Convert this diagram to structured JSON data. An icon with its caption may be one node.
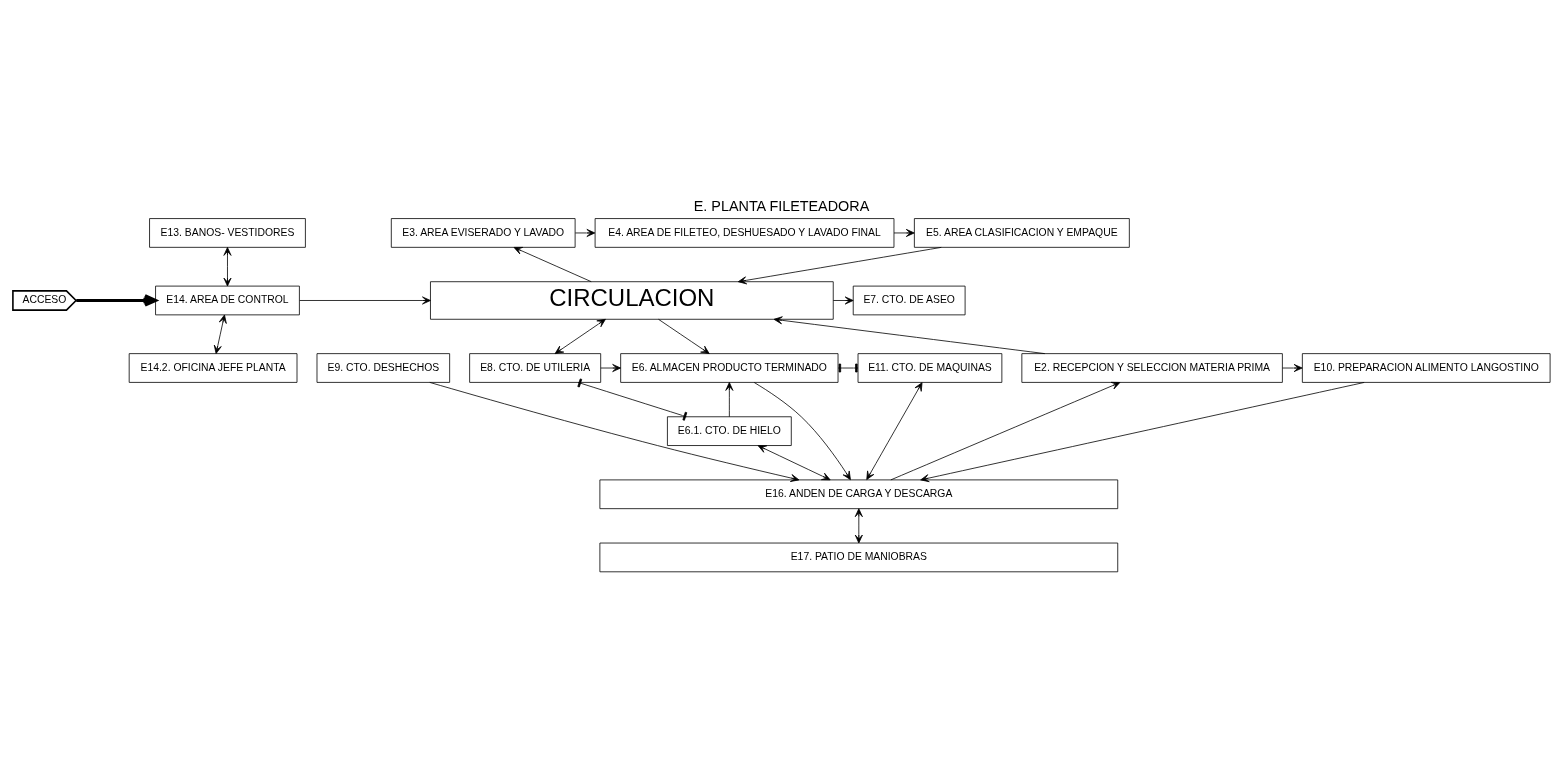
{
  "diagram": {
    "title": "E. PLANTA FILETEADORA",
    "nodes": [
      {
        "text": [
          "E13. BANOS- VESTIDORES"
        ]
      },
      {
        "text": [
          "E5. AREA CLASIFICACION Y EMPAQUE"
        ]
      },
      {
        "text": [
          "E4. AREA DE FILETEO, DESHUESADO Y LAVADO FINAL"
        ]
      },
      {
        "text": [
          "E3. AREA EVISERADO Y LAVADO"
        ]
      },
      {
        "text": [
          "ACCESO"
        ]
      },
      {
        "text": [
          "E14. AREA DE CONTROL"
        ]
      },
      {
        "text": [
          "CIRCULACION"
        ]
      },
      {
        "text": [
          "E7. CTO. DE ASEO"
        ]
      },
      {
        "text": [
          "E8. CTO. DE UTILERIA"
        ]
      },
      {
        "text": [
          "E14.2. OFICINA JEFE PLANTA"
        ]
      },
      {
        "text": [
          "E6. ALMACEN PRODUCTO TERMINADO"
        ]
      },
      {
        "text": [
          "E11. CTO. DE MAQUINAS"
        ]
      },
      {
        "text": [
          "E2. RECEPCION Y SELECCION MATERIA PRIMA"
        ]
      },
      {
        "text": [
          "E10. PREPARACION ALIMENTO LANGOSTINO"
        ]
      },
      {
        "text": [
          "E9. CTO. DESHECHOS"
        ]
      },
      {
        "text": [
          "E6.1. CTO. DE HIELO"
        ]
      },
      {
        "text": [
          "E16. ANDEN DE CARGA Y DESCARGA"
        ]
      },
      {
        "text": [
          "E17. PATIO DE MANIOBRAS"
        ]
      }
    ],
    "edges": [
      {
        "from": 4,
        "to": 5,
        "arrow": "to",
        "style": "thick"
      },
      {
        "from": 0,
        "to": 5,
        "arrow": "both"
      },
      {
        "from": 5,
        "to": 9,
        "arrow": "both"
      },
      {
        "from": 5,
        "to": 6,
        "arrow": "to"
      },
      {
        "from": 1,
        "to": 6,
        "arrow": "to"
      },
      {
        "from": 2,
        "to": 1,
        "arrow": "to"
      },
      {
        "from": 3,
        "to": 2,
        "arrow": "to"
      },
      {
        "from": 6,
        "to": 3,
        "arrow": "to"
      },
      {
        "from": 6,
        "to": 7,
        "arrow": "to"
      },
      {
        "from": 12,
        "to": 6,
        "arrow": "to"
      },
      {
        "from": 6,
        "to": 8,
        "arrow": "both"
      },
      {
        "from": 6,
        "to": 10,
        "arrow": "to"
      },
      {
        "from": 8,
        "to": 15,
        "arrow": "other"
      },
      {
        "from": 8,
        "to": 10,
        "arrow": "to"
      },
      {
        "from": 15,
        "to": 10,
        "arrow": "to"
      },
      {
        "from": 10,
        "to": 11,
        "arrow": "other"
      },
      {
        "from": 10,
        "to": 16,
        "arrow": "to"
      },
      {
        "from": 11,
        "to": 16,
        "arrow": "both"
      },
      {
        "from": 15,
        "to": 16,
        "arrow": "both"
      },
      {
        "from": 16,
        "to": 12,
        "arrow": "to"
      },
      {
        "from": 12,
        "to": 13,
        "arrow": "to"
      },
      {
        "from": 13,
        "to": 16,
        "arrow": "to"
      },
      {
        "from": 14,
        "to": 16,
        "arrow": "to"
      },
      {
        "from": 16,
        "to": 17,
        "arrow": "both"
      }
    ]
  }
}
